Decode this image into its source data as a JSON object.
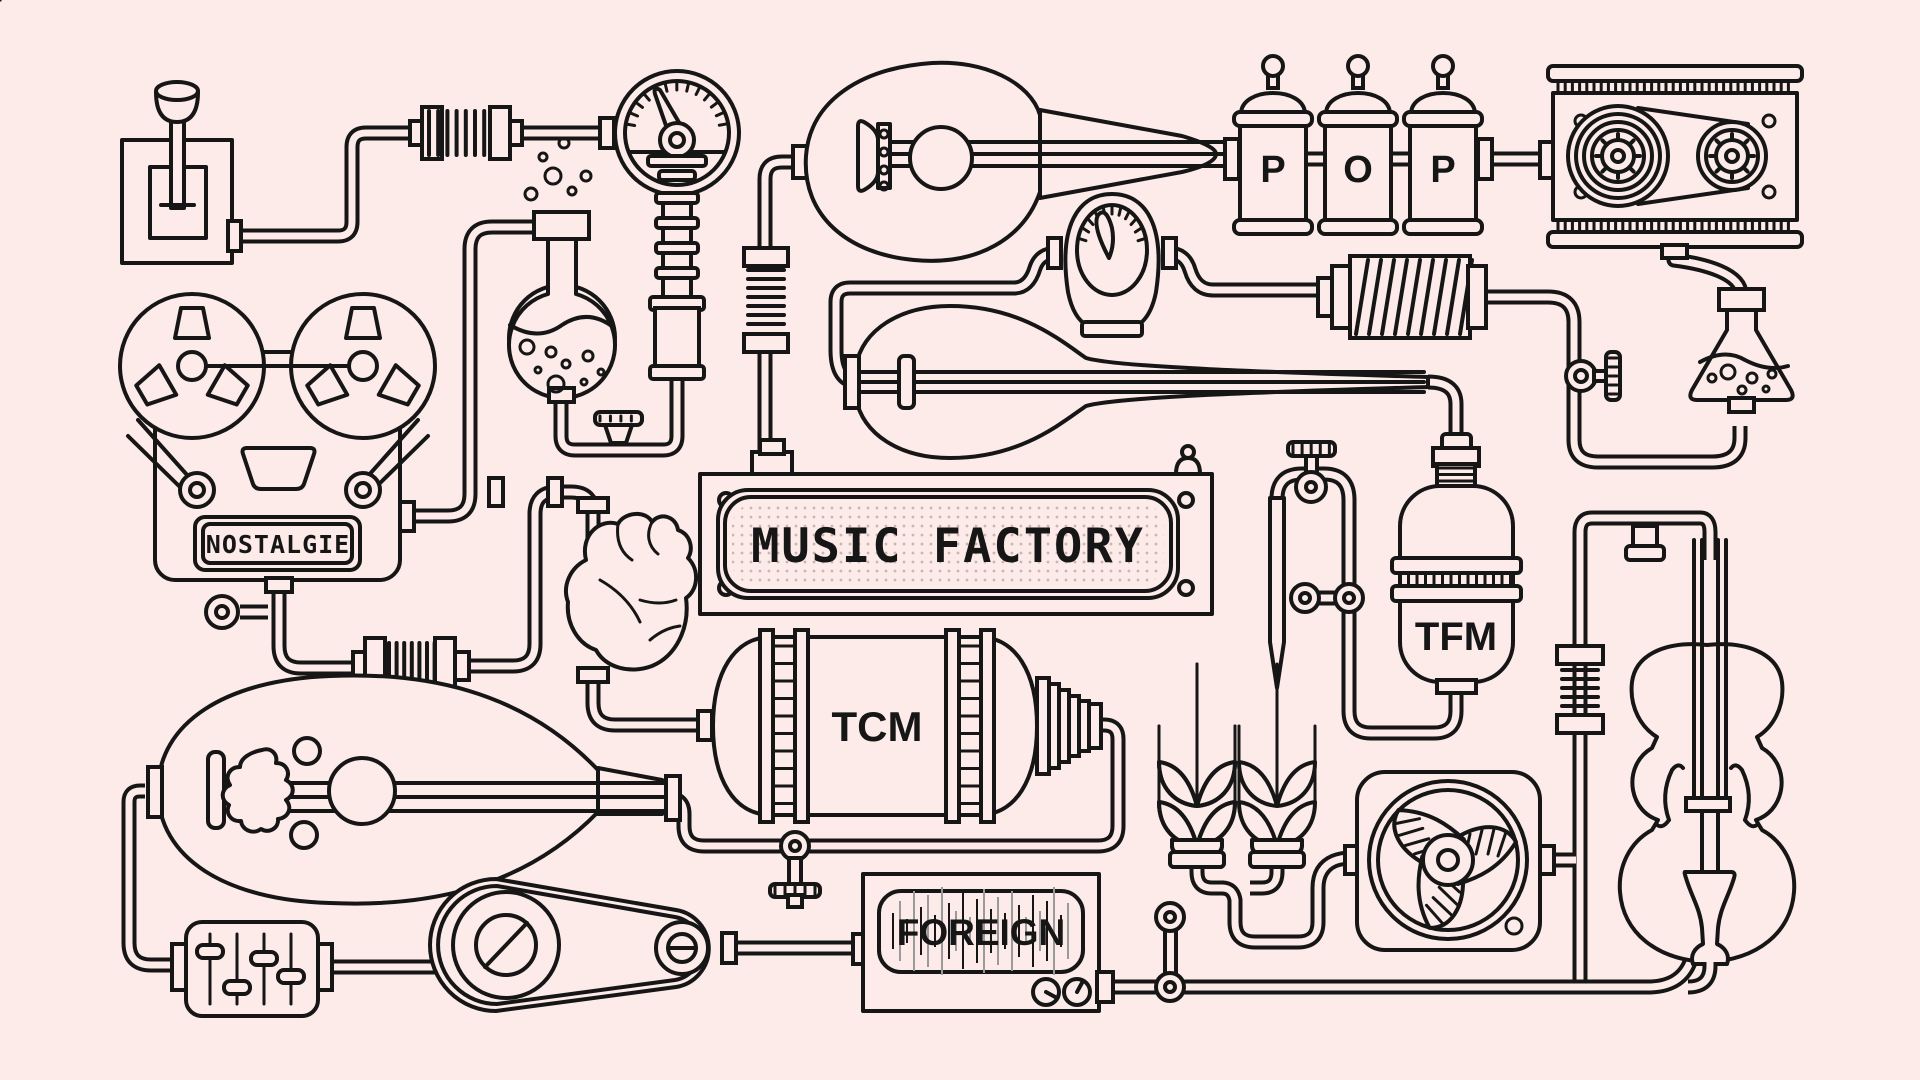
{
  "title": "Music Factory machine illustration",
  "colors": {
    "background": "#fcebe8",
    "ink": "#161616",
    "gray": "#9a9a9a",
    "display_dot": "#c9b5b2"
  },
  "labels": {
    "display_sign": "MUSIC FACTORY",
    "recorder_display": "NOSTALGIE",
    "tank": "TCM",
    "vessel": "TFM",
    "radio": "FOREIGN"
  },
  "canisters": [
    "P",
    "O",
    "P"
  ],
  "components": [
    "gear-lever-box",
    "pipe-coupling",
    "pressure-gauge",
    "round-flask",
    "reel-to-reel-recorder",
    "acoustic-guitar",
    "pop-canisters",
    "film-tape-machine",
    "erlenmeyer-flask",
    "steam-gauge",
    "retort-lute",
    "music-factory-sign",
    "anatomical-heart",
    "tcm-tank",
    "tfm-vessel",
    "dropper-loop",
    "wheat-stalks",
    "exhaust-fan",
    "oud-lute",
    "fader-mixer",
    "belt-pulley",
    "foreign-radio",
    "violin"
  ]
}
